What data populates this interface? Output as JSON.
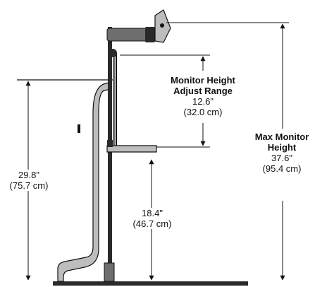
{
  "dimensions": {
    "monitor_adjust": {
      "title_line1": "Monitor Height",
      "title_line2": "Adjust Range",
      "imperial": "12.6\"",
      "metric": "(32.0 cm)"
    },
    "max_monitor": {
      "title_line1": "Max Monitor",
      "title_line2": "Height",
      "imperial": "37.6\"",
      "metric": "(95.4 cm)"
    },
    "desk_height": {
      "imperial": "29.8\"",
      "metric": "(75.7 cm)"
    },
    "keyboard_height": {
      "imperial": "18.4\"",
      "metric": "(46.7 cm)"
    }
  },
  "colors": {
    "line": "#111111",
    "fill_dark": "#2a2a2a",
    "fill_mid": "#6e6e6e",
    "fill_light": "#bdbdbd"
  }
}
